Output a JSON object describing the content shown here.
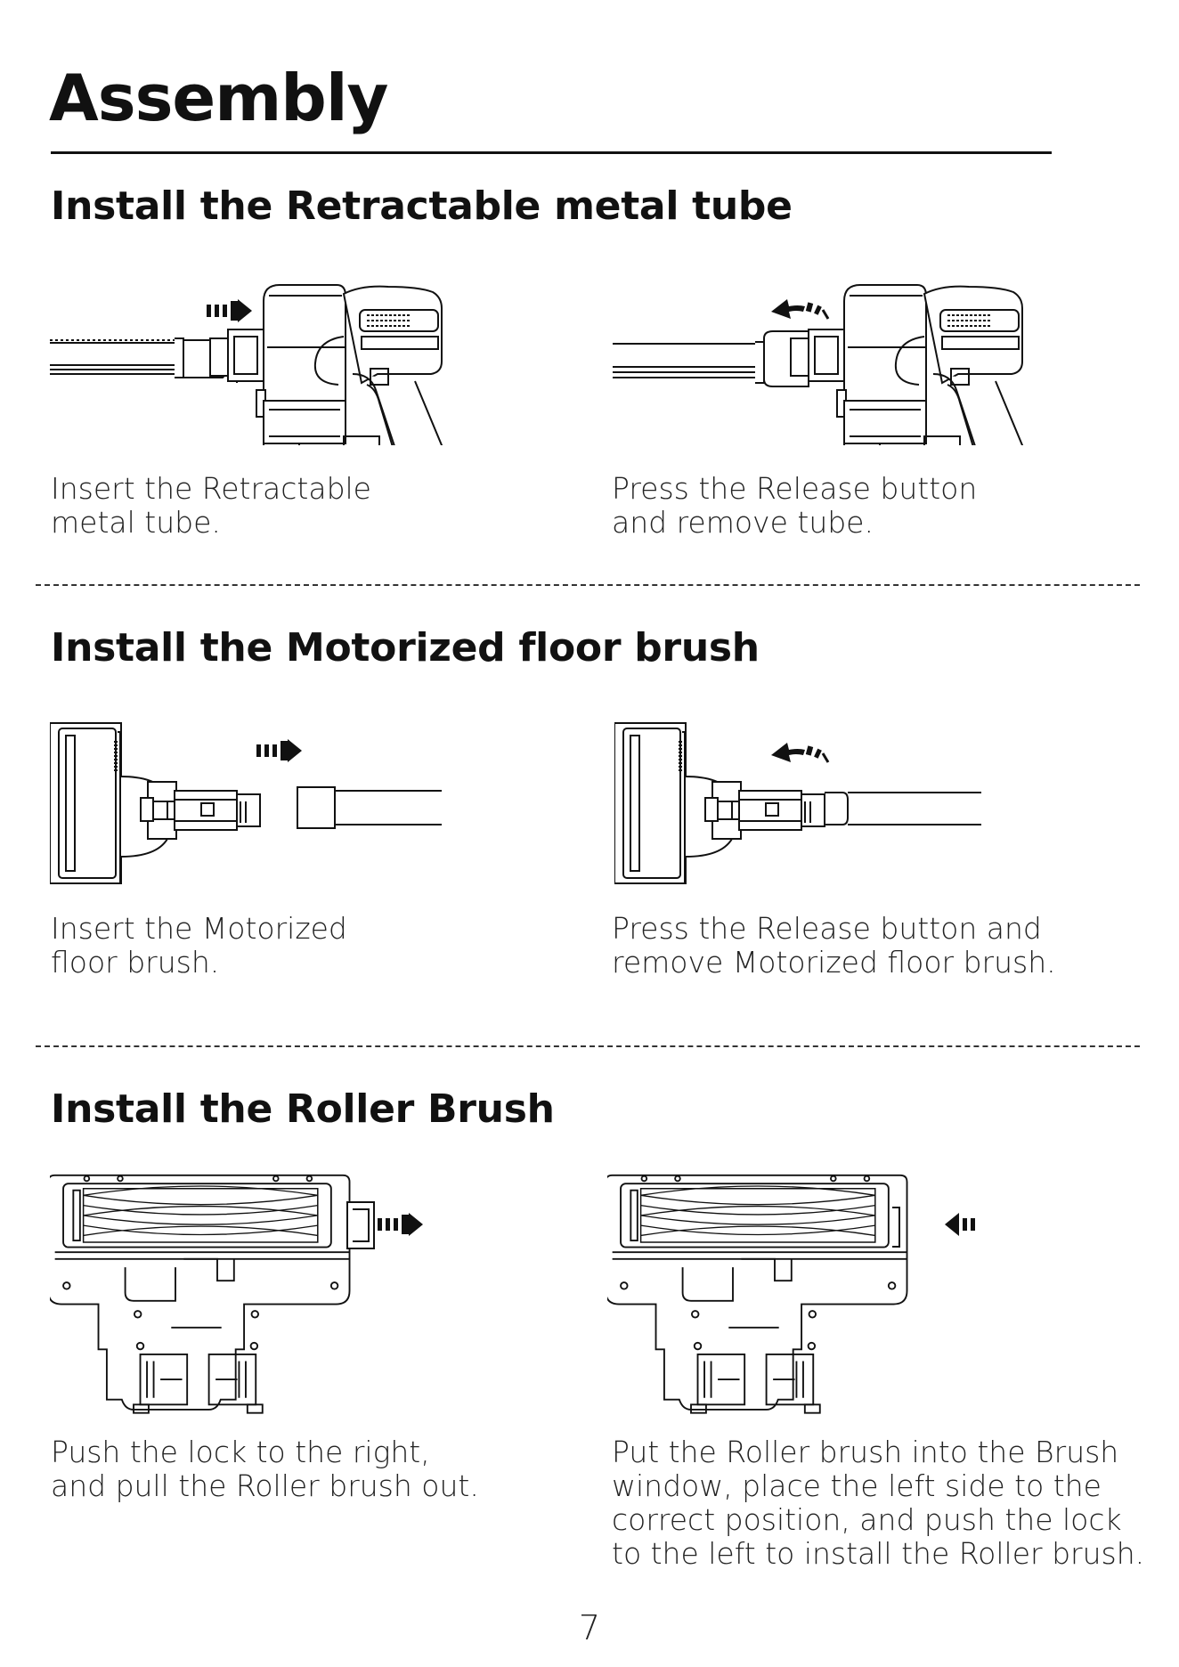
{
  "page": {
    "title": "Assembly",
    "page_number": "7"
  },
  "sections": [
    {
      "heading": "Install the Retractable metal tube",
      "steps": [
        {
          "illustration": "vacuum-insert-tube-icon",
          "caption": [
            "Insert the Retractable",
            "metal tube."
          ]
        },
        {
          "illustration": "vacuum-remove-tube-icon",
          "caption": [
            "Press the Release button",
            "and remove tube."
          ]
        }
      ]
    },
    {
      "heading": "Install the Motorized floor brush",
      "steps": [
        {
          "illustration": "floor-brush-insert-icon",
          "caption": [
            "Insert the Motorized",
            "floor brush."
          ]
        },
        {
          "illustration": "floor-brush-remove-icon",
          "caption": [
            "Press the Release button and",
            "remove Motorized floor brush."
          ]
        }
      ]
    },
    {
      "heading": "Install the Roller Brush",
      "steps": [
        {
          "illustration": "roller-brush-remove-icon",
          "caption": [
            "Push the lock to the right,",
            "and pull the Roller brush out."
          ]
        },
        {
          "illustration": "roller-brush-install-icon",
          "caption": [
            "Put the Roller brush into the Brush",
            "window, place the left side to the",
            "correct position, and push the lock",
            "to the left to install the Roller brush."
          ]
        }
      ]
    }
  ]
}
